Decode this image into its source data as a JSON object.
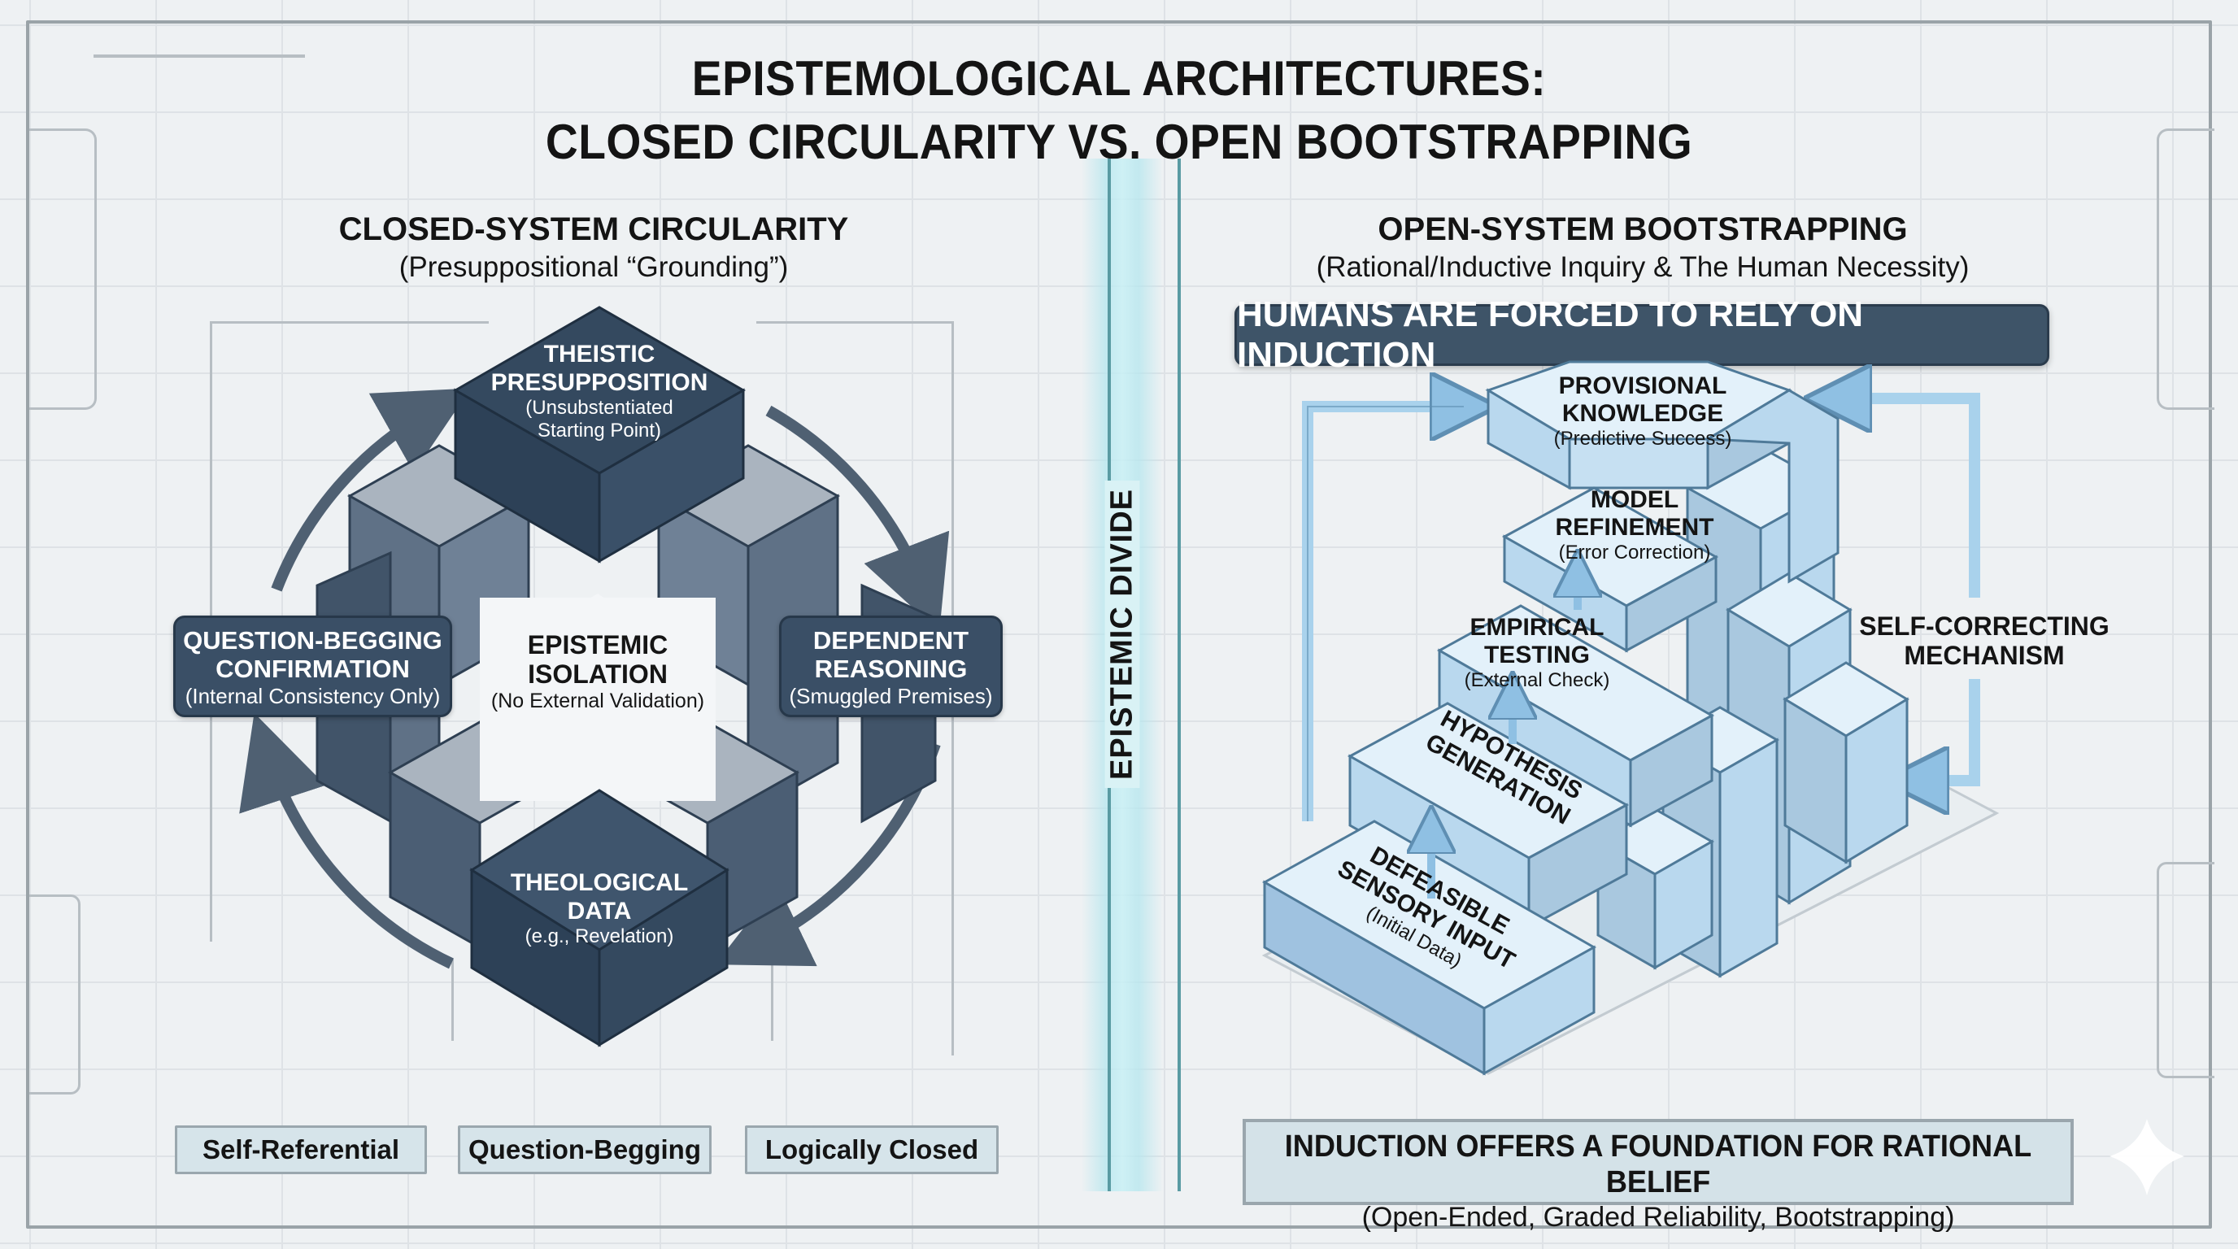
{
  "title": {
    "line1": "EPISTEMOLOGICAL ARCHITECTURES:",
    "line2": "CLOSED CIRCULARITY VS. OPEN BOOTSTRAPPING"
  },
  "divider": {
    "label": "EPISTEMIC DIVIDE"
  },
  "left": {
    "heading": "CLOSED-SYSTEM CIRCULARITY",
    "subheading": "(Presuppositional “Grounding”)",
    "nodes": [
      {
        "id": "top",
        "title_line1": "THEISTIC",
        "title_line2": "PRESUPPOSITION",
        "sub_line1": "(Unsubstentiated",
        "sub_line2": "Starting Point)"
      },
      {
        "id": "right",
        "title_line1": "DEPENDENT",
        "title_line2": "REASONING",
        "sub_line1": "(Smuggled Premises)"
      },
      {
        "id": "bottom",
        "title_line1": "THEOLOGICAL",
        "title_line2": "DATA",
        "sub_line1": "(e.g., Revelation)"
      },
      {
        "id": "left",
        "title_line1": "QUESTION-BEGGING",
        "title_line2": "CONFIRMATION",
        "sub_line1": "(Internal Consistency Only)"
      }
    ],
    "center": {
      "title_line1": "EPISTEMIC",
      "title_line2": "ISOLATION",
      "sub_line1": "(No External Validation)"
    },
    "cycle_direction": "clockwise",
    "tags": [
      "Self-Referential",
      "Question-Begging",
      "Logically Closed"
    ],
    "colors": {
      "dark_block": "#34495f",
      "mid_block": "#5f7186",
      "light_block": "#aab4bf",
      "arrow": "#4f6072"
    }
  },
  "right": {
    "heading": "OPEN-SYSTEM BOOTSTRAPPING",
    "subheading": "(Rational/Inductive Inquiry & The Human Necessity)",
    "banner": "HUMANS ARE FORCED TO RELY ON INDUCTION",
    "steps": [
      {
        "order": 1,
        "title_line1": "DEFEASIBLE",
        "title_line2": "SENSORY INPUT",
        "sub_line1": "(Initial Data)"
      },
      {
        "order": 2,
        "title_line1": "HYPOTHESIS",
        "title_line2": "GENERATION",
        "sub_line1": ""
      },
      {
        "order": 3,
        "title_line1": "EMPIRICAL",
        "title_line2": "TESTING",
        "sub_line1": "(External Check)"
      },
      {
        "order": 4,
        "title_line1": "MODEL",
        "title_line2": "REFINEMENT",
        "sub_line1": "(Error Correction)"
      },
      {
        "order": 5,
        "title_line1": "PROVISIONAL",
        "title_line2": "KNOWLEDGE",
        "sub_line1": "(Predictive Success)"
      }
    ],
    "feedback_label_line1": "SELF-CORRECTING",
    "feedback_label_line2": "MECHANISM",
    "footer": {
      "title": "INDUCTION OFFERS A FOUNDATION FOR RATIONAL BELIEF",
      "subtitle": "(Open-Ended, Graded Reliability, Bootstrapping)"
    },
    "colors": {
      "block_top": "#e3f1fa",
      "block_front": "#b9d8ee",
      "block_side": "#98c2e2",
      "edge": "#4f7a99",
      "arrow": "#8fc0e3"
    }
  },
  "corner_icon": "sparkle-icon"
}
